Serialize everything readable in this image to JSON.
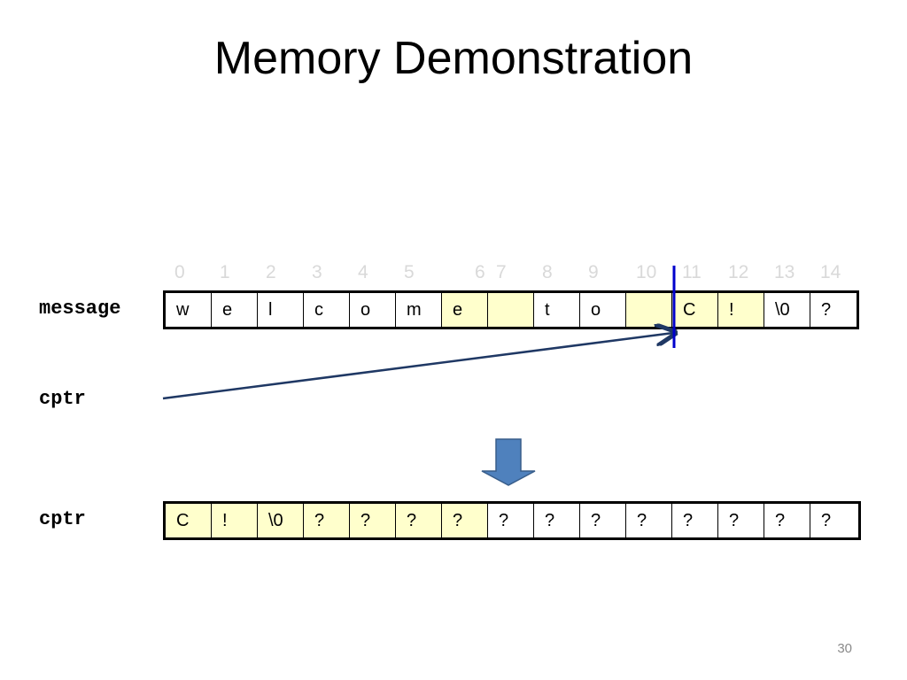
{
  "title": "Memory Demonstration",
  "labels": {
    "message": "message",
    "cptr_pointer": "cptr",
    "cptr_result": "cptr"
  },
  "indices": [
    "0",
    "1",
    "2",
    "3",
    "4",
    "5",
    "6",
    "7",
    "8",
    "9",
    "10",
    "11",
    "12",
    "13",
    "14"
  ],
  "message_cells": [
    {
      "text": "w",
      "highlight": false
    },
    {
      "text": "e",
      "highlight": false
    },
    {
      "text": "l",
      "highlight": false
    },
    {
      "text": "c",
      "highlight": false
    },
    {
      "text": "o",
      "highlight": false
    },
    {
      "text": "m",
      "highlight": false
    },
    {
      "text": "e",
      "highlight": true
    },
    {
      "text": "",
      "highlight": true
    },
    {
      "text": "t",
      "highlight": false
    },
    {
      "text": "o",
      "highlight": false
    },
    {
      "text": "",
      "highlight": true
    },
    {
      "text": "C",
      "highlight": true
    },
    {
      "text": "!",
      "highlight": true
    },
    {
      "text": "\\0",
      "highlight": false
    },
    {
      "text": "?",
      "highlight": false
    }
  ],
  "result_cells": [
    {
      "text": "C",
      "highlight": true
    },
    {
      "text": "!",
      "highlight": true
    },
    {
      "text": "\\0",
      "highlight": true
    },
    {
      "text": "?",
      "highlight": true
    },
    {
      "text": "?",
      "highlight": true
    },
    {
      "text": "?",
      "highlight": true
    },
    {
      "text": "?",
      "highlight": true
    },
    {
      "text": "?",
      "highlight": false
    },
    {
      "text": "?",
      "highlight": false
    },
    {
      "text": "?",
      "highlight": false
    },
    {
      "text": "?",
      "highlight": false
    },
    {
      "text": "?",
      "highlight": false
    },
    {
      "text": "?",
      "highlight": false
    },
    {
      "text": "?",
      "highlight": false
    },
    {
      "text": "?",
      "highlight": false
    }
  ],
  "slide_number": "30",
  "colors": {
    "highlight": "#ffffcc",
    "index_text": "#d9d9d9",
    "pointer_arrow": "#1f3864",
    "marker_line": "#0000cc",
    "down_arrow_fill": "#4f81bd",
    "down_arrow_stroke": "#385d8a"
  }
}
